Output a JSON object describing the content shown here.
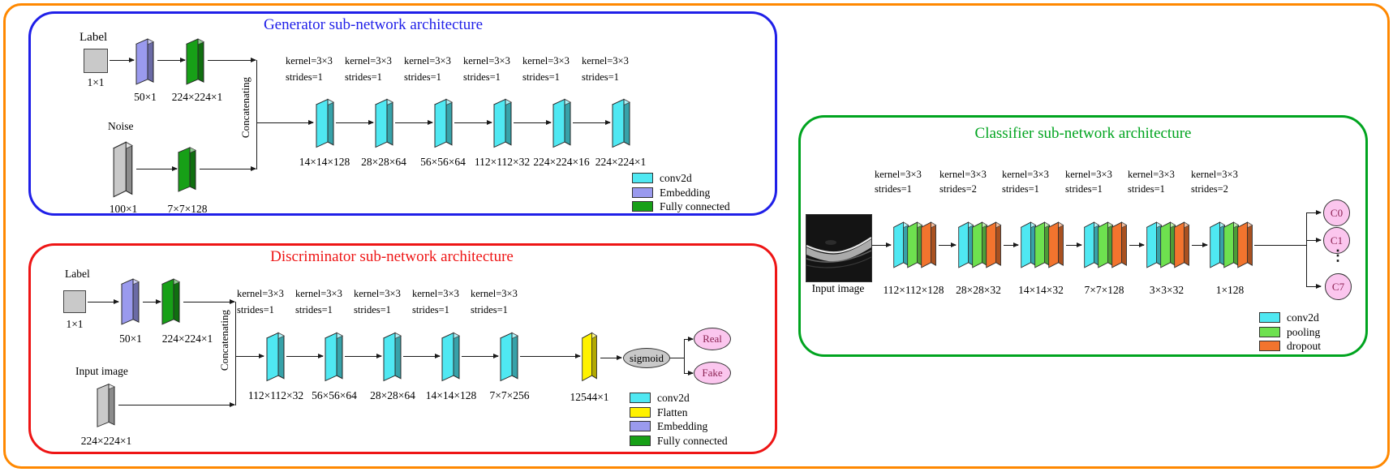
{
  "colors": {
    "outer_border": "#FF8800",
    "generator_accent": "#1F1FE8",
    "discriminator_accent": "#EE1515",
    "classifier_accent": "#00A41F",
    "conv2d": "#4FE8F2",
    "embedding": "#9A9AEE",
    "fully_connected": "#17A017",
    "flatten": "#FFF200",
    "pooling": "#6EE14F",
    "dropout": "#F2742E",
    "input_gray": "#C9C9C9",
    "output_pink": "#FBC6EE"
  },
  "generator": {
    "title": "Generator sub-network architecture",
    "label_branch": {
      "name": "Label",
      "input_dim": "1×1",
      "embedding_dim": "50×1",
      "fc_dim": "224×224×1"
    },
    "noise_branch": {
      "name": "Noise",
      "input_dim": "100×1",
      "fc_dim": "7×7×128"
    },
    "concat_label": "Concatenating",
    "conv_layers": [
      {
        "kernel": "kernel=3×3",
        "strides": "strides=1",
        "dim": "14×14×128"
      },
      {
        "kernel": "kernel=3×3",
        "strides": "strides=1",
        "dim": "28×28×64"
      },
      {
        "kernel": "kernel=3×3",
        "strides": "strides=1",
        "dim": "56×56×64"
      },
      {
        "kernel": "kernel=3×3",
        "strides": "strides=1",
        "dim": "112×112×32"
      },
      {
        "kernel": "kernel=3×3",
        "strides": "strides=1",
        "dim": "224×224×16"
      },
      {
        "kernel": "kernel=3×3",
        "strides": "strides=1",
        "dim": "224×224×1"
      }
    ],
    "legend": [
      {
        "label": "conv2d",
        "color": "#4FE8F2"
      },
      {
        "label": "Embedding",
        "color": "#9A9AEE"
      },
      {
        "label": "Fully connected",
        "color": "#17A017"
      }
    ]
  },
  "discriminator": {
    "title": "Discriminator sub-network architecture",
    "label_branch": {
      "name": "Label",
      "input_dim": "1×1",
      "embedding_dim": "50×1",
      "fc_dim": "224×224×1"
    },
    "image_branch": {
      "name": "Input image",
      "input_dim": "224×224×1"
    },
    "concat_label": "Concatenating",
    "conv_layers": [
      {
        "kernel": "kernel=3×3",
        "strides": "strides=1",
        "dim": "112×112×32"
      },
      {
        "kernel": "kernel=3×3",
        "strides": "strides=1",
        "dim": "56×56×64"
      },
      {
        "kernel": "kernel=3×3",
        "strides": "strides=1",
        "dim": "28×28×64"
      },
      {
        "kernel": "kernel=3×3",
        "strides": "strides=1",
        "dim": "14×14×128"
      },
      {
        "kernel": "kernel=3×3",
        "strides": "strides=1",
        "dim": "7×7×256"
      }
    ],
    "flatten_dim": "12544×1",
    "activation": "sigmoid",
    "outputs": {
      "real": "Real",
      "fake": "Fake"
    },
    "legend": [
      {
        "label": "conv2d",
        "color": "#4FE8F2"
      },
      {
        "label": "Flatten",
        "color": "#FFF200"
      },
      {
        "label": "Embedding",
        "color": "#9A9AEE"
      },
      {
        "label": "Fully connected",
        "color": "#17A017"
      }
    ]
  },
  "classifier": {
    "title": "Classifier sub-network architecture",
    "input_label": "Input image",
    "blocks": [
      {
        "kernel": "kernel=3×3",
        "strides": "strides=1",
        "dim": "112×112×128"
      },
      {
        "kernel": "kernel=3×3",
        "strides": "strides=2",
        "dim": "28×28×32"
      },
      {
        "kernel": "kernel=3×3",
        "strides": "strides=1",
        "dim": "14×14×32"
      },
      {
        "kernel": "kernel=3×3",
        "strides": "strides=1",
        "dim": "7×7×128"
      },
      {
        "kernel": "kernel=3×3",
        "strides": "strides=1",
        "dim": "3×3×32"
      },
      {
        "kernel": "kernel=3×3",
        "strides": "strides=2",
        "dim": "1×128"
      }
    ],
    "outputs": {
      "first": "C0",
      "second": "C1",
      "dots": "⋮",
      "last": "C7"
    },
    "legend": [
      {
        "label": "conv2d",
        "color": "#4FE8F2"
      },
      {
        "label": "pooling",
        "color": "#6EE14F"
      },
      {
        "label": "dropout",
        "color": "#F2742E"
      }
    ]
  }
}
